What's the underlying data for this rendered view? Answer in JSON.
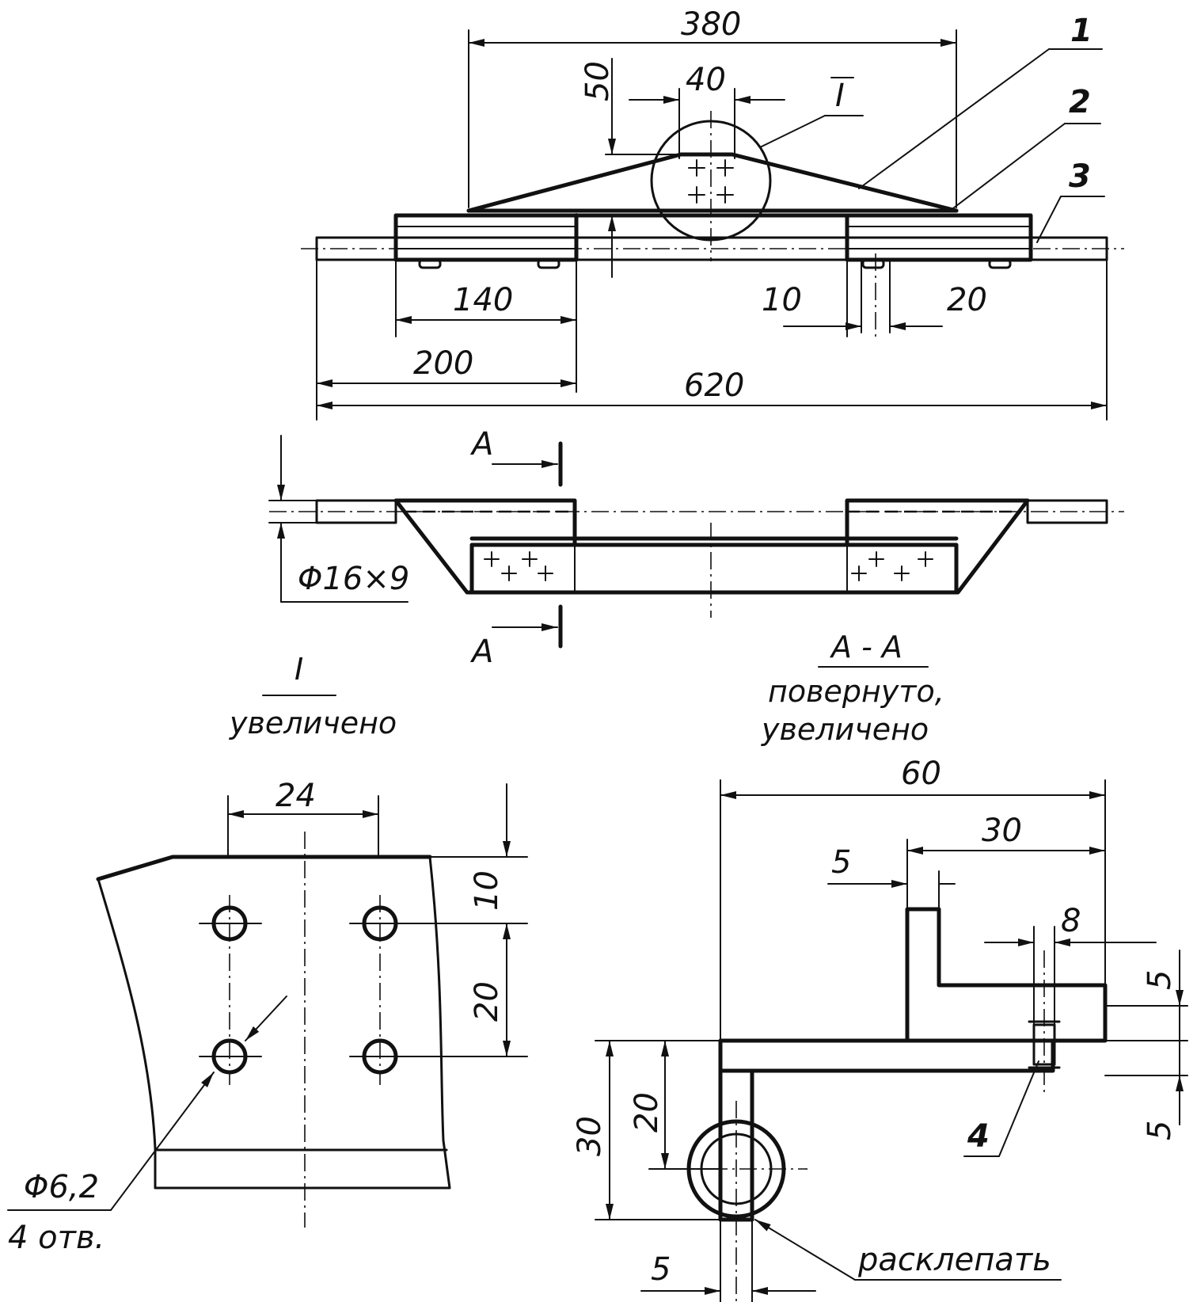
{
  "dimensions": {
    "d380": "380",
    "d40": "40",
    "d50": "50",
    "d140": "140",
    "d10": "10",
    "d20": "20",
    "d200": "200",
    "d620": "620",
    "d16x9": "Φ16×9",
    "d24": "24",
    "d10b": "10",
    "d20b": "20",
    "d62": "Φ6,2",
    "d62_count": "4 отв.",
    "d60": "60",
    "d30": "30",
    "d5a": "5",
    "d8": "8",
    "d5b": "5",
    "d5c": "5",
    "d20c": "20",
    "d30b": "30",
    "d5d": "5"
  },
  "callouts": {
    "part1": "1",
    "part2": "2",
    "part3": "3",
    "part4": "4",
    "detail_ref": "I"
  },
  "section_marks": {
    "a_top": "A",
    "a_bottom": "A"
  },
  "views": {
    "detail_title": "I",
    "detail_subtitle": "увеличено",
    "section_title": "А - А",
    "section_line1": "повернуто,",
    "section_line2": "увеличено"
  },
  "notes": {
    "rivet": "расклепать"
  }
}
